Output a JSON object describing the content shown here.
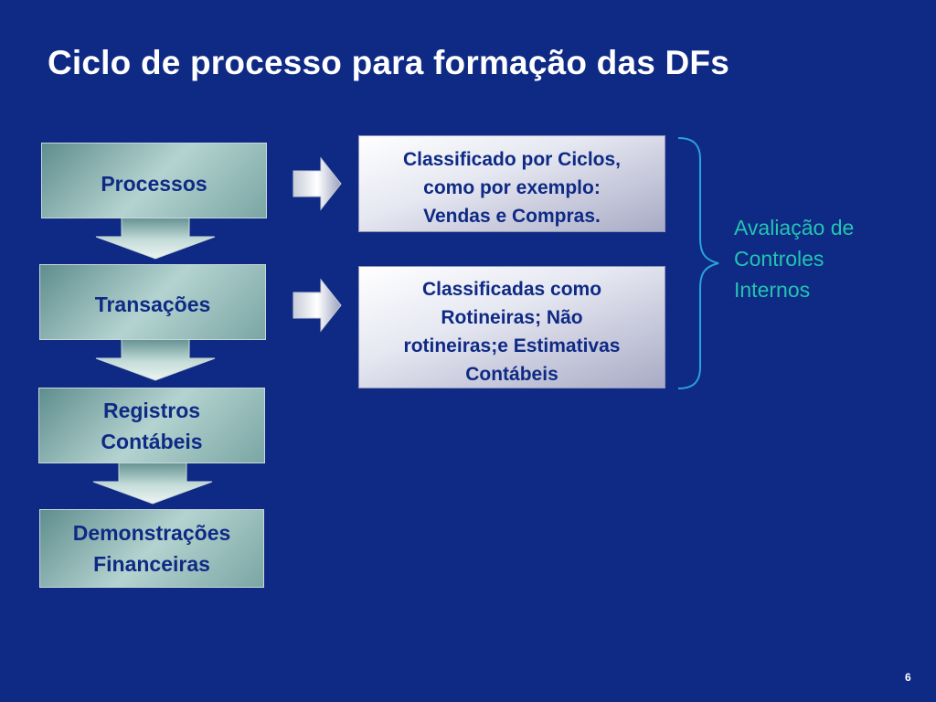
{
  "slide": {
    "title": "Ciclo de processo para formação das DFs",
    "page_number": "6"
  },
  "flow": {
    "steps": [
      {
        "line1": "Processos",
        "line2": ""
      },
      {
        "line1": "Transações",
        "line2": ""
      },
      {
        "line1": "Registros",
        "line2": "Contábeis"
      },
      {
        "line1": "Demonstrações",
        "line2": "Financeiras"
      }
    ]
  },
  "descriptions": [
    {
      "line1": "Classificado por Ciclos,",
      "line2": "como por exemplo:",
      "line3": "Vendas e Compras.",
      "line4": ""
    },
    {
      "line1": "Classificadas como",
      "line2": "Rotineiras; Não",
      "line3": "rotineiras;e Estimativas",
      "line4": "Contábeis"
    }
  ],
  "side_note": {
    "line1": "Avaliação de",
    "line2": "Controles",
    "line3": "Internos"
  },
  "colors": {
    "background": "#0f2a85",
    "title": "#ffffff",
    "box_text": "#0f2a85",
    "side_note": "#23c4b0",
    "brace": "#2aa3d8"
  },
  "icons": {
    "down_arrows": "block-arrow-down-icon",
    "right_arrows": "block-arrow-right-icon",
    "brace": "curly-brace-icon"
  }
}
